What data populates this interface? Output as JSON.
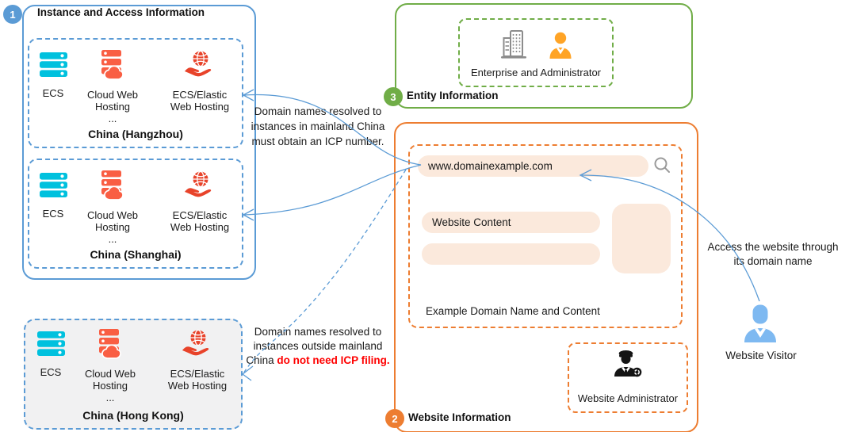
{
  "colors": {
    "blue": "#5B9BD5",
    "green": "#70AD47",
    "orange": "#ED7D31",
    "red_emphasis": "#FF0000",
    "ecs_icon": "#00C1DE",
    "hosting_icon": "#F95E43",
    "globe_icon": "#E8432A",
    "peach_fill": "#FBE9DC"
  },
  "instance_section": {
    "badge": "1",
    "title": "Instance and Access Information",
    "items": {
      "ecs": "ECS",
      "cloud_line1": "Cloud Web",
      "cloud_line2": "Hosting",
      "cloud_more": "...",
      "elastic_line1": "ECS/Elastic",
      "elastic_line2": "Web Hosting"
    },
    "regions": {
      "hangzhou": "China (Hangzhou)",
      "shanghai": "China (Shanghai)",
      "hongkong": "China (Hong Kong)"
    }
  },
  "entity_section": {
    "badge": "3",
    "title": "Entity Information",
    "group_label": "Enterprise and Administrator"
  },
  "website_section": {
    "badge": "2",
    "title": "Website Information",
    "address_bar": "www.domainexample.com",
    "content_label": "Website Content",
    "caption": "Example Domain Name and Content",
    "admin_label": "Website Administrator"
  },
  "visitor": {
    "label": "Website Visitor",
    "note": "Access the website through its domain name"
  },
  "annotations": {
    "mainland": "Domain names resolved to instances in mainland China must obtain an ICP number.",
    "overseas_prefix": "Domain names resolved to instances outside mainland China ",
    "overseas_emphasis": "do not need ICP filing."
  }
}
